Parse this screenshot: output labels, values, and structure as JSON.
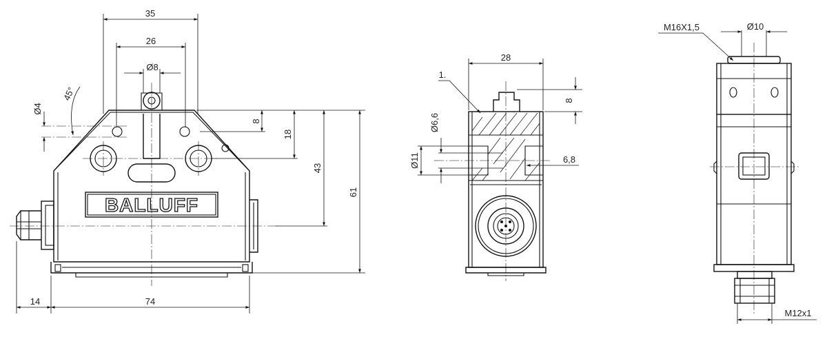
{
  "brand": "BALLUFF",
  "front_view": {
    "dims": {
      "width_35": "35",
      "width_26": "26",
      "dia_8": "Ø8",
      "dia_4": "Ø4",
      "angle_45": "45°",
      "h_8": "8",
      "h_18": "18",
      "h_43": "43",
      "h_61": "61",
      "w_14": "14",
      "w_74": "74"
    }
  },
  "side_view": {
    "callout": "1.",
    "dims": {
      "width_28": "28",
      "h_8": "8",
      "dia_66": "Ø6,6",
      "dia_11": "Ø11",
      "d_68": "6,8"
    }
  },
  "end_view": {
    "dims": {
      "thread_m16": "M16X1,5",
      "dia_10": "Ø10",
      "thread_m12": "M12x1"
    }
  }
}
